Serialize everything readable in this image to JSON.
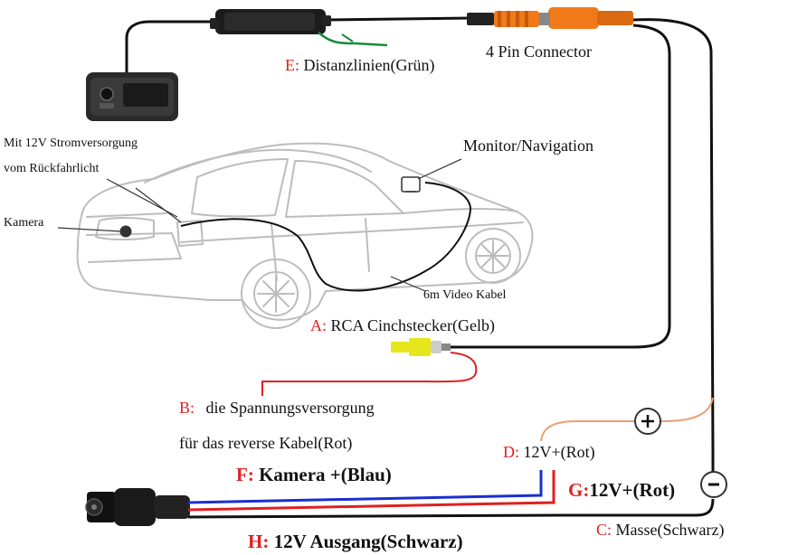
{
  "labels": {
    "e_letter": "E:",
    "e_text": "Distanzlinien(Grün)",
    "connector": "4 Pin Connector",
    "power_line1": "Mit 12V Stromversorgung",
    "power_line2": "vom Rückfahrlicht",
    "kamera": "Kamera",
    "monitor": "Monitor/Navigation",
    "video_cable": "6m Video Kabel",
    "a_letter": "A:",
    "a_text": "RCA Cinchstecker(Gelb)",
    "b_letter": "B:",
    "b_text": "die Spannungsversorgung",
    "b_text2": "für das reverse Kabel(Rot)",
    "d_letter": "D:",
    "d_text": "12V+(Rot)",
    "f_letter": "F:",
    "f_text": "Kamera +(Blau)",
    "g_letter": "G:",
    "g_text": "12V+(Rot)",
    "c_letter": "C:",
    "c_text": "Masse(Schwarz)",
    "h_letter": "H:",
    "h_text": "12V Ausgang(Schwarz)",
    "plus_symbol": "+",
    "minus_symbol": "-"
  },
  "colors": {
    "cable": "#111111",
    "red_wire": "#e02020",
    "blue_wire": "#1a2fd0",
    "green_wire": "#1a8a3a",
    "orange_connector": "#f07a1a",
    "yellow_rca": "#e6e61a",
    "car_outline": "#bbbbbb",
    "orange_wire": "#e8a070"
  }
}
